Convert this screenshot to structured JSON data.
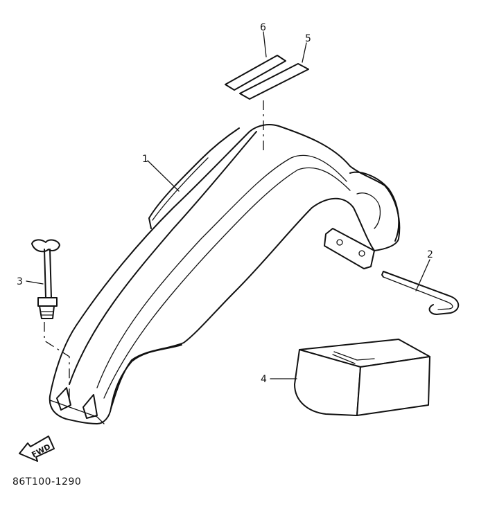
{
  "callouts": [
    {
      "id": "1",
      "label": "1"
    },
    {
      "id": "2",
      "label": "2"
    },
    {
      "id": "3",
      "label": "3"
    },
    {
      "id": "4",
      "label": "4"
    },
    {
      "id": "5",
      "label": "5"
    },
    {
      "id": "6",
      "label": "6"
    }
  ],
  "fwd_label": "FWD",
  "diagram_code": "86T100-1290"
}
